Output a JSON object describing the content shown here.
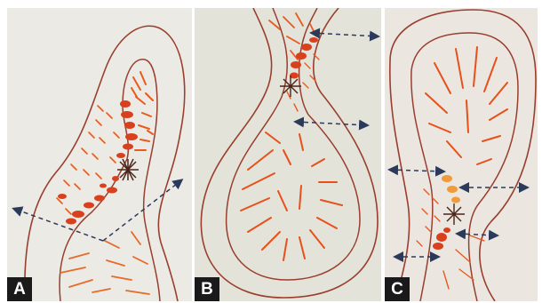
{
  "panels": [
    {
      "label": "A"
    },
    {
      "label": "B"
    },
    {
      "label": "C"
    }
  ],
  "colors": {
    "outline": "#9a3e2e",
    "stroke_orange": "#e85a1e",
    "stroke_red": "#c8321c",
    "stroke_pale": "#f0a070",
    "arrow": "#2b3a5a"
  }
}
